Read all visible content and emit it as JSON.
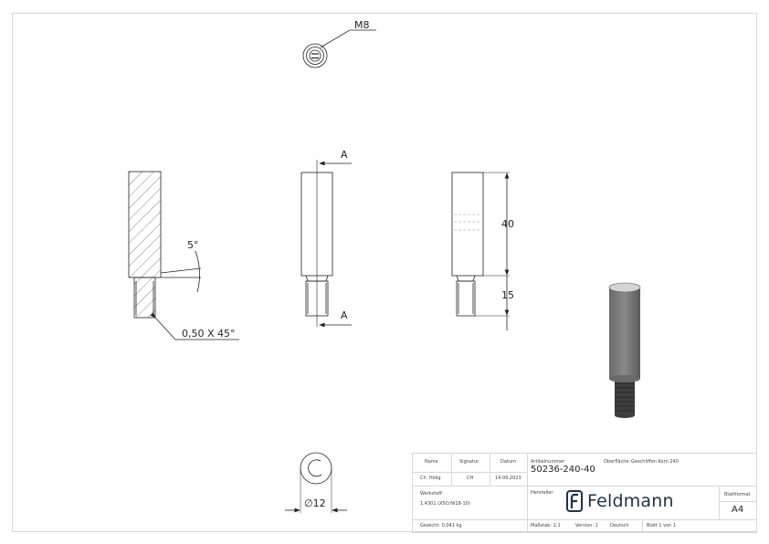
{
  "drawing": {
    "thread_label": "M8",
    "section_label_top": "A",
    "section_label_bottom": "A",
    "angle_label": "5°",
    "chamfer_label": "0,50 X 45°",
    "dim_length_body": "40",
    "dim_length_thread": "15",
    "dim_diameter": "∅12"
  },
  "title_block": {
    "name_header": "Name",
    "signature_header": "Signatur",
    "date_header": "Datum",
    "name_value": "Ch. Hölig",
    "signature_value": "CH",
    "date_value": "14.09.2023",
    "article_label": "Artikelnummer",
    "article_number": "50236-240-40",
    "surface_label": "Oberfläche:",
    "surface_value": "Geschliffen Korn 240",
    "material_label": "Werkstoff:",
    "material_value": "1.4301 (X5CrNi18-10)",
    "manufacturer_label": "Hersteller",
    "manufacturer_name": "Feldmann",
    "format_label": "Blattformat",
    "format_value": "A4",
    "weight": "Gewicht: 0,041 kg",
    "scale": "Maßstab: 1:1",
    "version": "Version: 1",
    "language": "Deutsch",
    "sheet": "Blatt 1 von 1"
  },
  "colors": {
    "line": "#222222",
    "frame": "#d8d8d8",
    "logo": "#1f3346"
  }
}
